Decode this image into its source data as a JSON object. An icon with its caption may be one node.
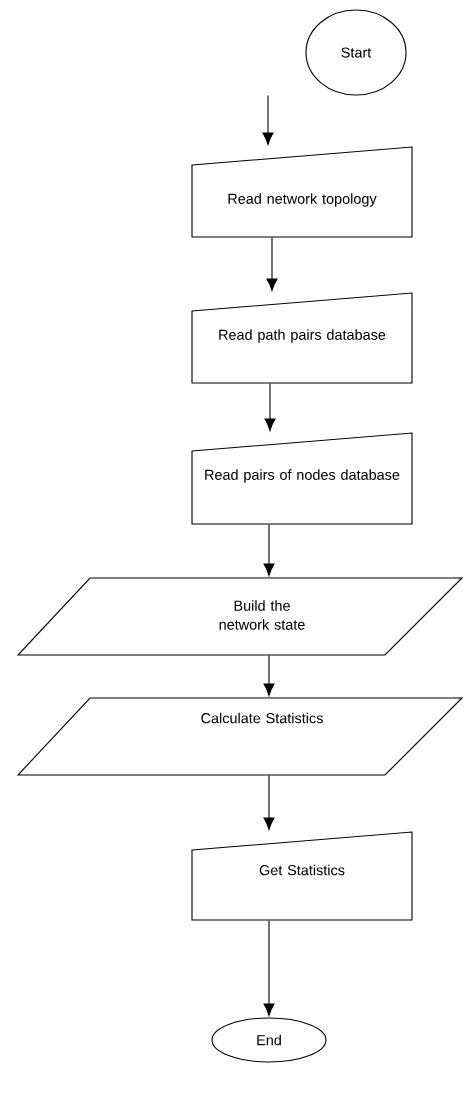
{
  "diagram": {
    "nodes": [
      {
        "text": [
          "Start"
        ]
      },
      {
        "text": [
          "Read network topology"
        ]
      },
      {
        "text": [
          "Read path pairs database"
        ]
      },
      {
        "text": [
          "Read pairs of nodes database"
        ]
      },
      {
        "text": [
          "Build the network state"
        ]
      },
      {
        "text": [
          "Calculate Statistics"
        ]
      },
      {
        "text": [
          "Get Statistics"
        ]
      },
      {
        "text": [
          "End"
        ]
      }
    ],
    "edges": [
      {
        "from": 0,
        "to": 1,
        "arrow": "to"
      },
      {
        "from": 1,
        "to": 2,
        "arrow": "to"
      },
      {
        "from": 2,
        "to": 3,
        "arrow": "to"
      },
      {
        "from": 3,
        "to": 4,
        "arrow": "to"
      },
      {
        "from": 4,
        "to": 5,
        "arrow": "to"
      },
      {
        "from": 5,
        "to": 6,
        "arrow": "to"
      },
      {
        "from": 6,
        "to": 7,
        "arrow": "to"
      }
    ]
  }
}
